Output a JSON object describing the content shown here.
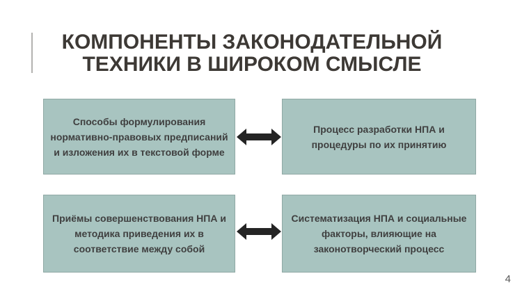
{
  "slide": {
    "title_lines": [
      "КОМПОНЕНТЫ ЗАКОНОДАТЕЛЬНОЙ",
      "ТЕХНИКИ В ШИРОКОМ СМЫСЛЕ"
    ],
    "page_number": "4"
  },
  "diagram": {
    "boxes": [
      {
        "id": "top-left",
        "text": "Способы формулирования нормативно-правовых предписаний и изложения их в текстовой форме"
      },
      {
        "id": "top-right",
        "text": "Процесс разработки НПА и процедуры по их принятию"
      },
      {
        "id": "bottom-left",
        "text": "Приёмы совершенствования НПА и методика приведения их в соответствие между собой"
      },
      {
        "id": "bottom-right",
        "text": "Систематизация НПА и социальные факторы, влияющие на законотворческий процесс"
      }
    ],
    "connectors": [
      {
        "type": "double-arrow",
        "between": [
          "top-left",
          "top-right"
        ]
      },
      {
        "type": "double-arrow",
        "between": [
          "bottom-left",
          "bottom-right"
        ]
      }
    ],
    "colors": {
      "background": "#ffffff",
      "box_fill": "#a8c4c0",
      "box_border": "#8fa8a4",
      "box_text": "#3f3f3f",
      "title_text": "#3d3935",
      "arrow": "#242424",
      "accent_line": "#b3b2b0",
      "page_number": "#595959"
    }
  }
}
